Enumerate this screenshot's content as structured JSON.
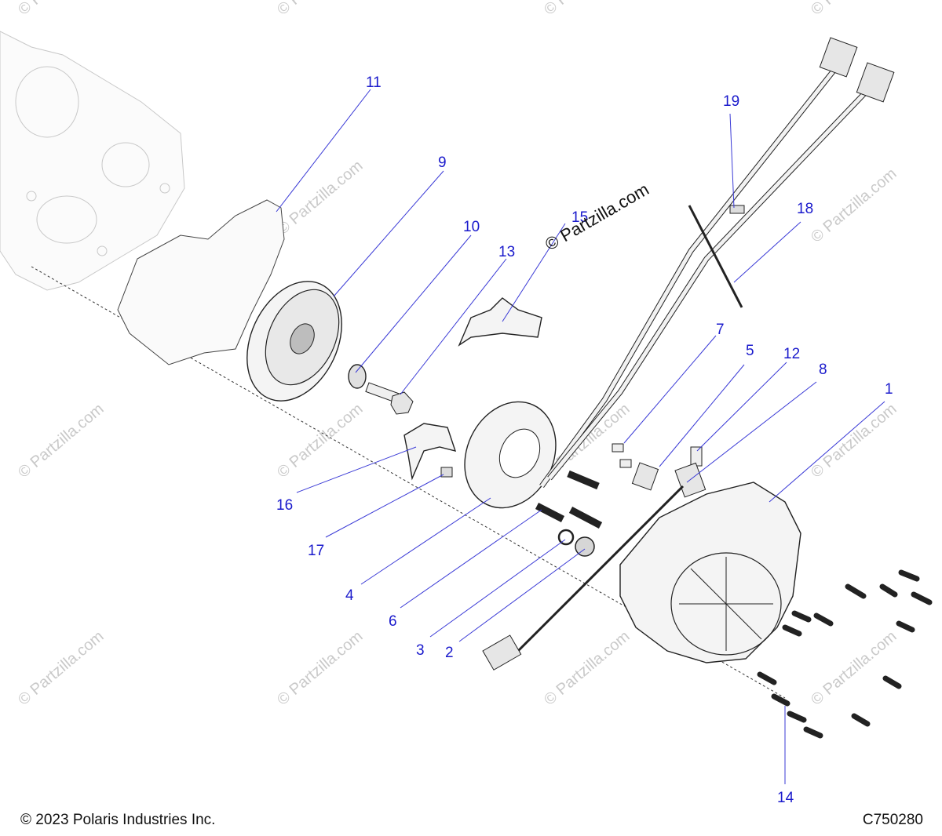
{
  "watermark": {
    "text": "© Partzilla.com",
    "center_text": "© Partzilla.com"
  },
  "callouts": [
    "1",
    "2",
    "3",
    "4",
    "5",
    "6",
    "7",
    "8",
    "9",
    "10",
    "11",
    "12",
    "13",
    "15",
    "16",
    "17",
    "18",
    "19",
    "14"
  ],
  "footer": {
    "copyright": "© 2023 Polaris Industries Inc.",
    "diagram_id": "C750280"
  }
}
